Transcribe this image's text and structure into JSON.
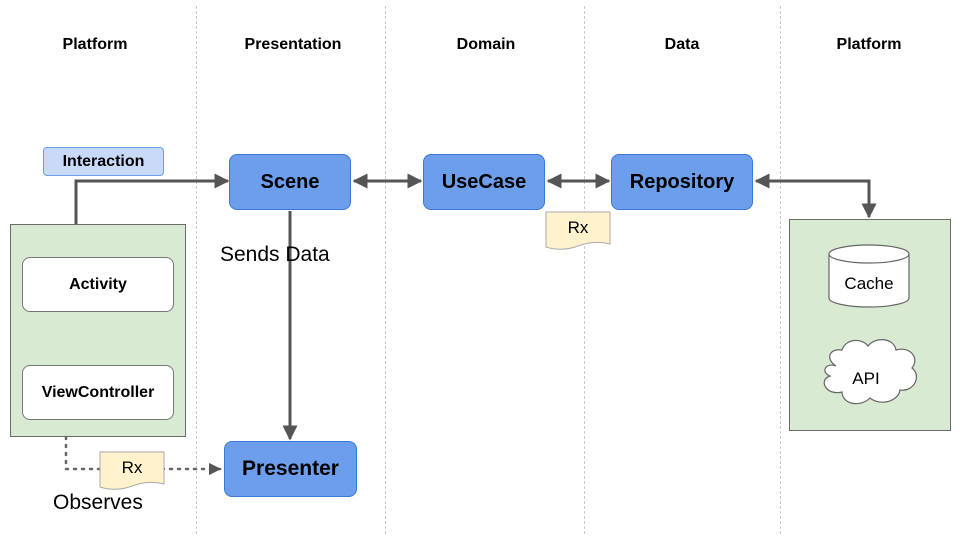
{
  "columns": {
    "platform_left": "Platform",
    "presentation": "Presentation",
    "domain": "Domain",
    "data": "Data",
    "platform_right": "Platform"
  },
  "nodes": {
    "scene": "Scene",
    "usecase": "UseCase",
    "repository": "Repository",
    "presenter": "Presenter"
  },
  "interaction_label": "Interaction",
  "left_platform": {
    "activity": "Activity",
    "viewcontroller": "ViewController"
  },
  "right_platform": {
    "cache": "Cache",
    "api": "API"
  },
  "notes": {
    "rx_domain": "Rx",
    "rx_observes": "Rx"
  },
  "edge_labels": {
    "sends_data": "Sends Data",
    "observes": "Observes"
  },
  "colors": {
    "node_fill": "#6d9eeb",
    "node_border": "#3c78d8",
    "platform_fill": "#d9ead3",
    "note_fill": "#fff2cc",
    "interaction_fill": "#c9daf8",
    "arrow": "#555555"
  }
}
